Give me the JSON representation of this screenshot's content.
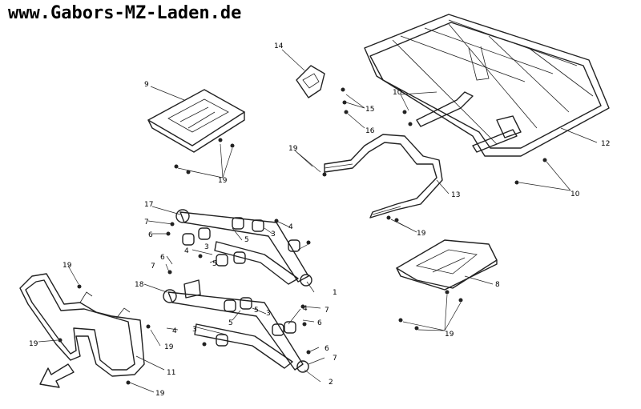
{
  "banner": "www.Gabors-MZ-Laden.de",
  "callouts": [
    {
      "id": "c1",
      "text": "1"
    },
    {
      "id": "c2",
      "text": "2"
    },
    {
      "id": "c3a",
      "text": "3"
    },
    {
      "id": "c3b",
      "text": "3"
    },
    {
      "id": "c3c",
      "text": "3"
    },
    {
      "id": "c3d",
      "text": "3"
    },
    {
      "id": "c4a",
      "text": "4"
    },
    {
      "id": "c4b",
      "text": "4"
    },
    {
      "id": "c4c",
      "text": "4"
    },
    {
      "id": "c4d",
      "text": "4"
    },
    {
      "id": "c5a",
      "text": "5"
    },
    {
      "id": "c5b",
      "text": "5"
    },
    {
      "id": "c5c",
      "text": "5"
    },
    {
      "id": "c5d",
      "text": "5"
    },
    {
      "id": "c6a",
      "text": "6"
    },
    {
      "id": "c6b",
      "text": "6"
    },
    {
      "id": "c6c",
      "text": "6"
    },
    {
      "id": "c6d",
      "text": "6"
    },
    {
      "id": "c7a",
      "text": "7"
    },
    {
      "id": "c7b",
      "text": "7"
    },
    {
      "id": "c7c",
      "text": "7"
    },
    {
      "id": "c7d",
      "text": "7"
    },
    {
      "id": "c8",
      "text": "8"
    },
    {
      "id": "c9",
      "text": "9"
    },
    {
      "id": "c10a",
      "text": "10"
    },
    {
      "id": "c10b",
      "text": "10"
    },
    {
      "id": "c11",
      "text": "11"
    },
    {
      "id": "c12",
      "text": "12"
    },
    {
      "id": "c13",
      "text": "13"
    },
    {
      "id": "c14",
      "text": "14"
    },
    {
      "id": "c15",
      "text": "15"
    },
    {
      "id": "c16",
      "text": "16"
    },
    {
      "id": "c17",
      "text": "17"
    },
    {
      "id": "c18",
      "text": "18"
    },
    {
      "id": "c19a",
      "text": "19"
    },
    {
      "id": "c19b",
      "text": "19"
    },
    {
      "id": "c19c",
      "text": "19"
    },
    {
      "id": "c19d",
      "text": "19"
    },
    {
      "id": "c19e",
      "text": "19"
    },
    {
      "id": "c19f",
      "text": "19"
    },
    {
      "id": "c19g",
      "text": "19"
    },
    {
      "id": "c19h",
      "text": "19"
    }
  ]
}
